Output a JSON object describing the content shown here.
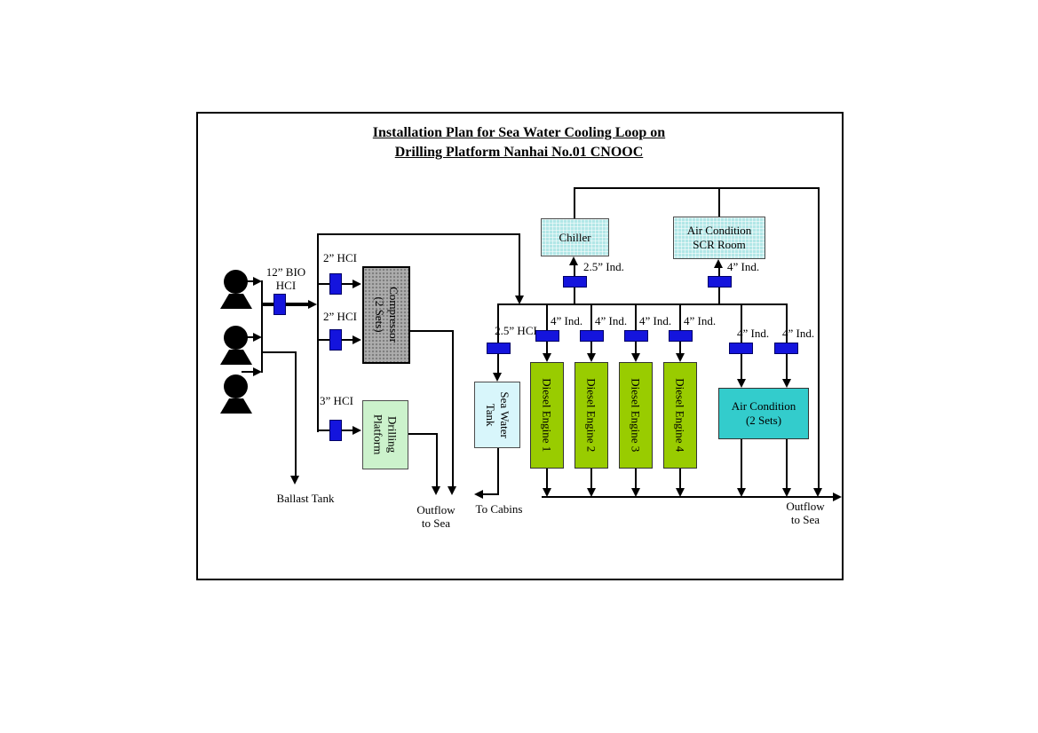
{
  "title": {
    "line1": "Installation Plan for Sea Water Cooling Loop on",
    "line2": "Drilling Platform Nanhai No.01 CNOOC"
  },
  "equipment": {
    "compressor": "Compressor\n(2 Sets)",
    "drilling_platform": "Drilling\nPlatform",
    "chiller": "Chiller",
    "air_condition_scr": "Air Condition\nSCR Room",
    "sea_water_tank": "Sea Water\nTank",
    "diesel_engines": [
      "Diesel Engine 1",
      "Diesel Engine 2",
      "Diesel Engine 3",
      "Diesel Engine 4"
    ],
    "air_condition_2sets": "Air Condition\n(2 Sets)"
  },
  "pipe_labels": {
    "supply_main": "12” BIO\nHCI",
    "compressor_inlet_1": "2” HCI",
    "compressor_inlet_2": "2” HCI",
    "platform_inlet": "3” HCI",
    "tank_inlet": "2.5” HCI",
    "chiller_inlet": "2.5” Ind.",
    "scr_inlet": "4” Ind.",
    "engine_inlets": [
      "4” Ind.",
      "4” Ind.",
      "4” Ind.",
      "4” Ind."
    ],
    "ac_inlets": [
      "4” Ind.",
      "4” Ind."
    ]
  },
  "flow_labels": {
    "ballast_tank": "Ballast Tank",
    "outflow_left": "Outflow\nto Sea",
    "to_cabins": "To Cabins",
    "outflow_right": "Outflow\nto Sea"
  },
  "colors": {
    "valve": "#1414dd",
    "compressor_fill": "#adadad",
    "chiller_fill": "#b2e7e7",
    "tank_fill": "#d8f6fb",
    "platform_fill": "#ccf2cc",
    "engine_fill": "#99cc00",
    "ac_fill": "#33cccc"
  }
}
